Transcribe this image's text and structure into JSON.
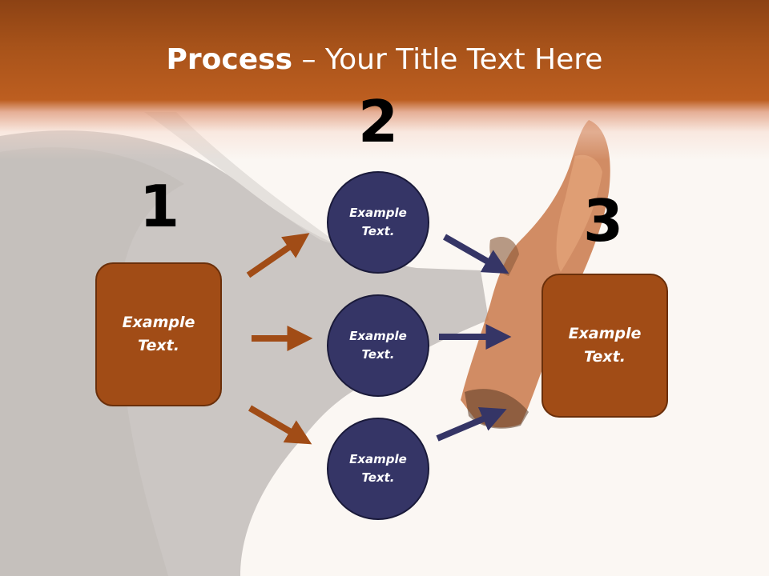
{
  "title": {
    "bold": "Process",
    "rest": " – Your Title Text Here"
  },
  "steps": [
    {
      "number": "1",
      "text": "Example\nText."
    },
    {
      "number": "2",
      "items": [
        {
          "text": "Example\nText."
        },
        {
          "text": "Example\nText."
        },
        {
          "text": "Example\nText."
        }
      ]
    },
    {
      "number": "3",
      "text": "Example\nText."
    }
  ],
  "colors": {
    "box": "#a14c16",
    "circle": "#353566",
    "brown_arrow": "#a14c16",
    "navy_arrow": "#353566",
    "header": "#b75a1e"
  }
}
